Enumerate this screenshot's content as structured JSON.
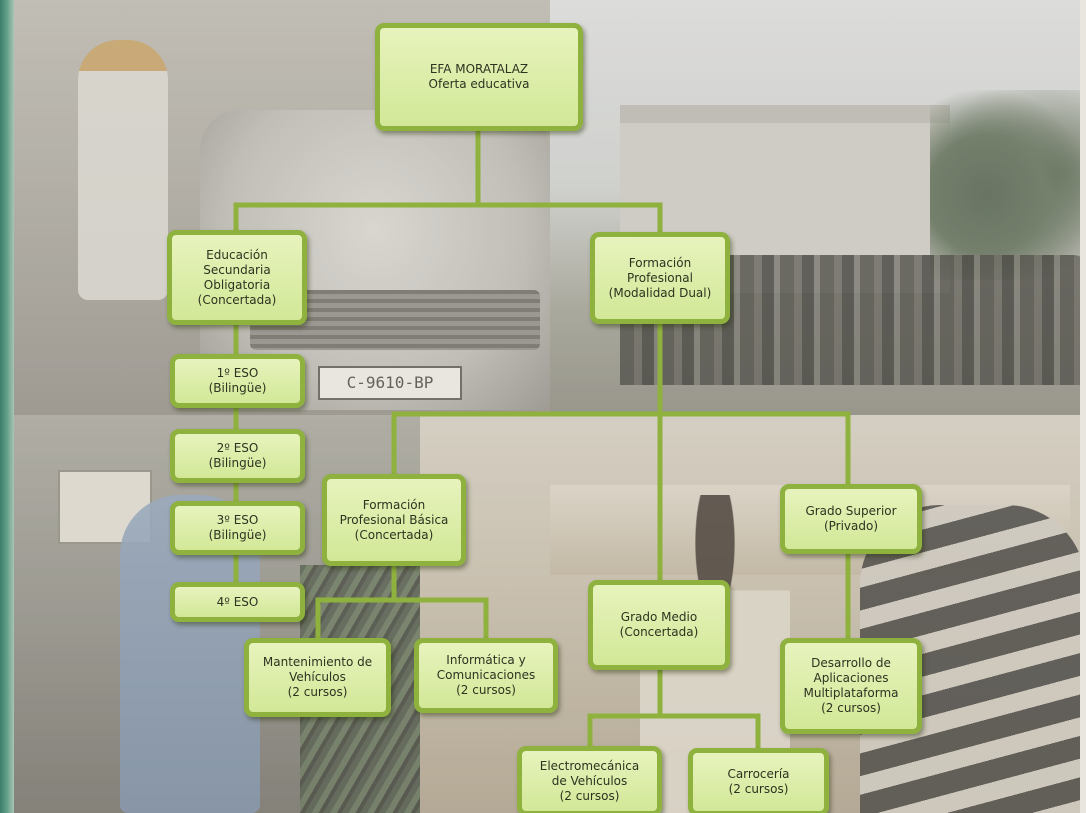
{
  "diagram": {
    "root": "EFA MORATALAZ\nOferta educativa",
    "eso": "Educación\nSecundaria\nObligatoria\n(Concertada)",
    "eso1": "1º ESO\n(Bilingüe)",
    "eso2": "2º ESO\n(Bilingüe)",
    "eso3": "3º ESO\n(Bilingüe)",
    "eso4": "4º ESO",
    "fp": "Formación\nProfesional\n(Modalidad Dual)",
    "fpb": "Formación\nProfesional Básica\n(Concertada)",
    "mantenimiento": "Mantenimiento de\nVehículos\n(2 cursos)",
    "informatica": "Informática y\nComunicaciones\n(2 cursos)",
    "grado_medio": "Grado Medio\n(Concertada)",
    "grado_superior": "Grado Superior\n(Privado)",
    "desarrollo": "Desarrollo de\nAplicaciones\nMultiplataforma\n(2 cursos)",
    "electromecanica": "Electromecánica\nde Vehículos\n(2 cursos)",
    "carroceria": "Carrocería\n(2 cursos)"
  },
  "photo_plate": "C-9610-BP",
  "colors": {
    "node_fill": "#d8ec9f",
    "node_border": "#8fb13d",
    "connector": "#8fb13d",
    "edge_band": "#3a7d6a"
  }
}
